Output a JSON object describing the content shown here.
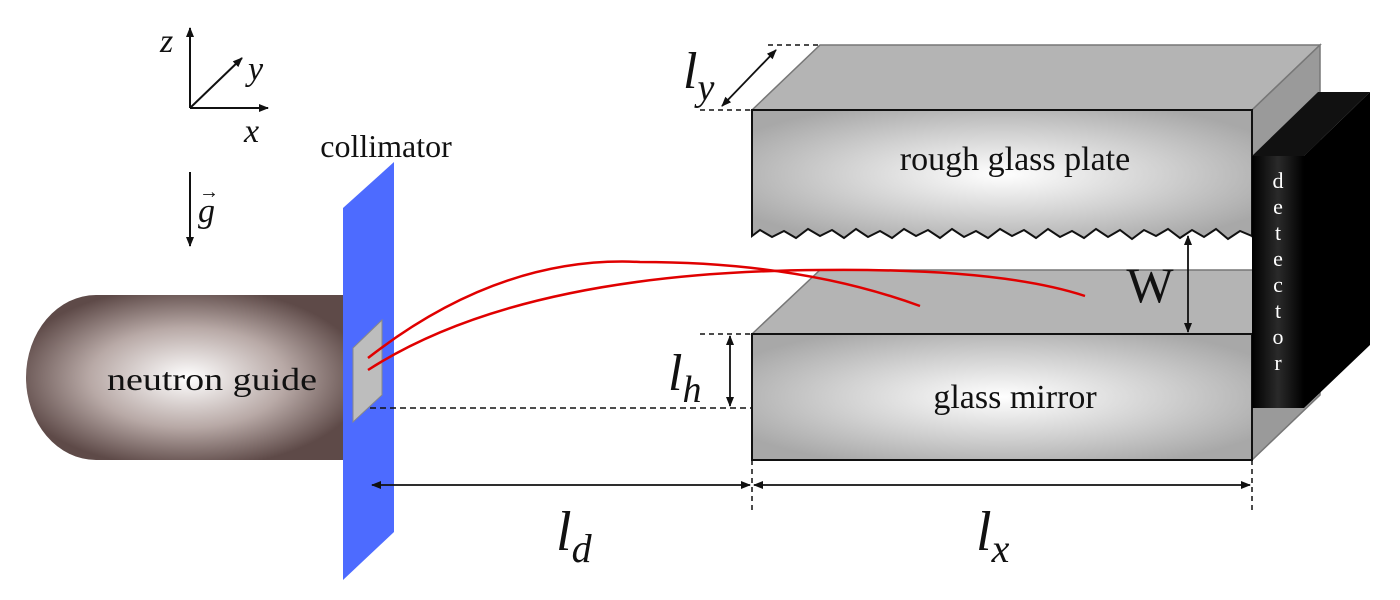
{
  "axes": {
    "z": "z",
    "y": "y",
    "x": "x"
  },
  "gravity": {
    "symbol": "g",
    "arrow": "→"
  },
  "labels": {
    "collimator": "collimator",
    "neutron_guide": "neutron guide",
    "rough_plate": "rough glass plate",
    "mirror": "glass mirror",
    "detector": [
      "d",
      "e",
      "t",
      "e",
      "c",
      "t",
      "o",
      "r"
    ],
    "width": "W"
  },
  "dimensions": {
    "ly": {
      "base": "l",
      "sub": "y"
    },
    "lh": {
      "base": "l",
      "sub": "h"
    },
    "ld": {
      "base": "l",
      "sub": "d"
    },
    "lx": {
      "base": "l",
      "sub": "x"
    }
  },
  "colors": {
    "collimator": "#4d6bff",
    "guide": "#5e4a48",
    "glass": "#b4b4b4",
    "trajectory": "#e00000",
    "detector": "#000000"
  }
}
